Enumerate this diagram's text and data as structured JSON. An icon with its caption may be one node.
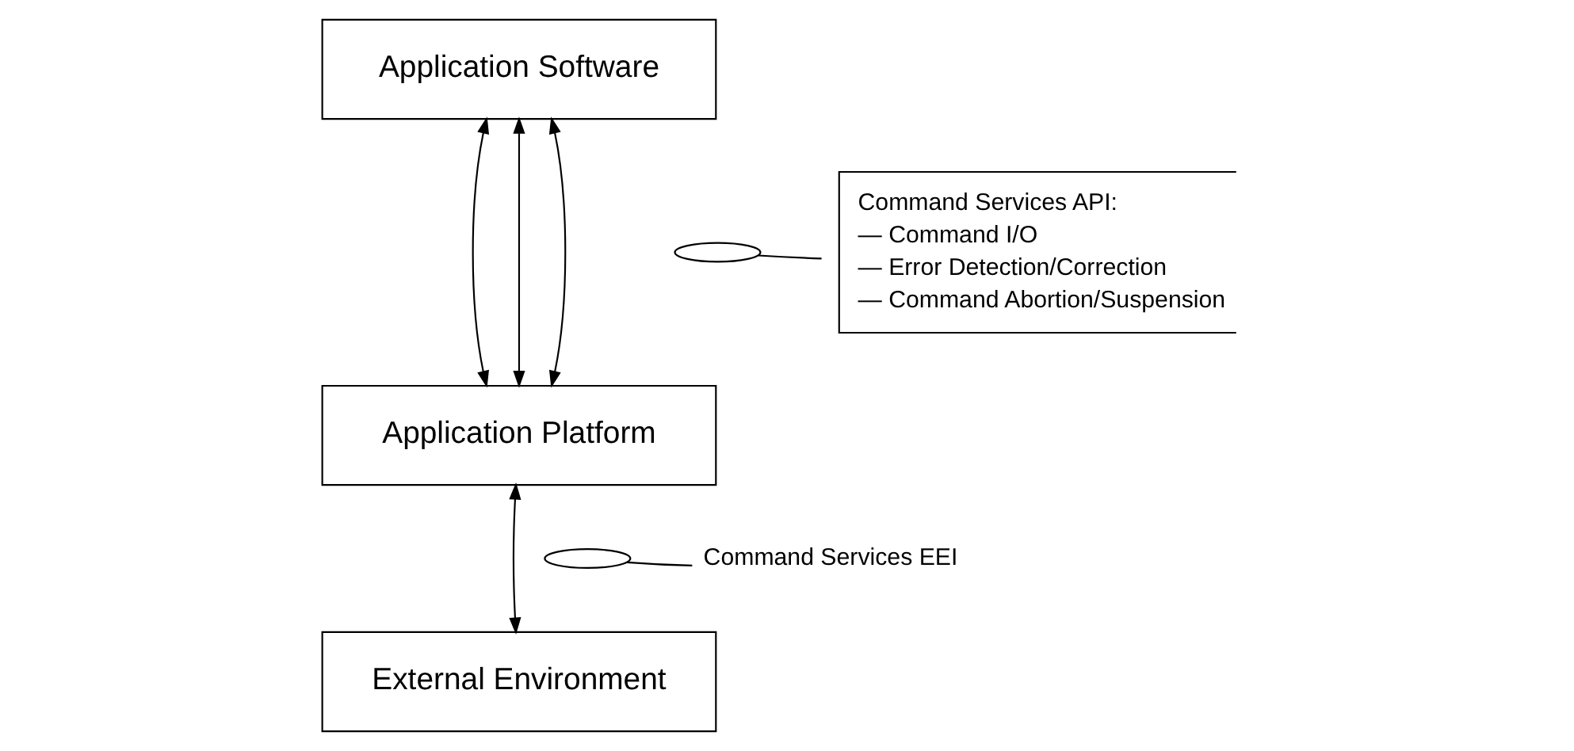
{
  "diagram": {
    "nodes": [
      {
        "text": [
          "Application Software"
        ]
      },
      {
        "text": [
          "Application Platform"
        ]
      },
      {
        "text": [
          "External Environment"
        ]
      },
      {
        "text": [
          "Command Services API:",
          "— Command I/O",
          "— Error Detection/Correction",
          "— Command Abortion/Suspension"
        ]
      },
      {
        "text": [],
        "shape": "ellipse"
      },
      {
        "text": [
          "Command Services EEI"
        ]
      },
      {
        "text": [],
        "shape": "ellipse"
      }
    ],
    "edges": [
      {
        "from": 0,
        "to": 1,
        "arrow": "both"
      },
      {
        "from": 0,
        "to": 1,
        "arrow": "both"
      },
      {
        "from": 0,
        "to": 1,
        "arrow": "both"
      },
      {
        "from": 1,
        "to": 2,
        "arrow": "both"
      },
      {
        "from": 3,
        "to": 4,
        "arrow": "none"
      },
      {
        "from": 5,
        "to": 6,
        "arrow": "none"
      }
    ]
  }
}
